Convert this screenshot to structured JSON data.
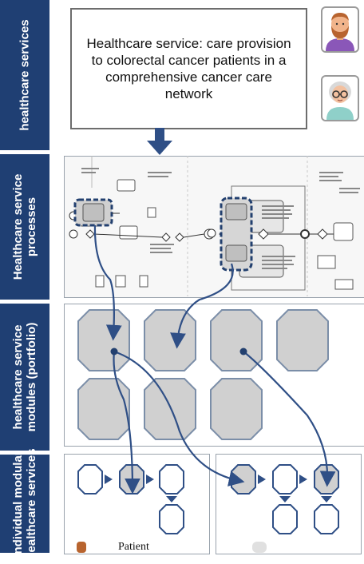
{
  "sections": [
    {
      "label": "healthcare services"
    },
    {
      "label": "Healthcare service processes"
    },
    {
      "label": "healthcare service modules (portfolio)"
    },
    {
      "label": "Individual modular healthcare services"
    }
  ],
  "service_box": {
    "text": "Healthcare service: care provision to colorectal cancer patients in a comprehensive cancer care network"
  },
  "avatars": [
    {
      "icon": "bearded-man-avatar-icon"
    },
    {
      "icon": "elderly-woman-avatar-icon"
    }
  ],
  "bottom_partial_text": "Patient",
  "colors": {
    "sidebar": "#1f3f73",
    "arrow": "#2f4f86",
    "module_fill": "#d0d0d0",
    "module_stroke": "#7b8ea8",
    "dashed_highlight": "#23406f"
  }
}
